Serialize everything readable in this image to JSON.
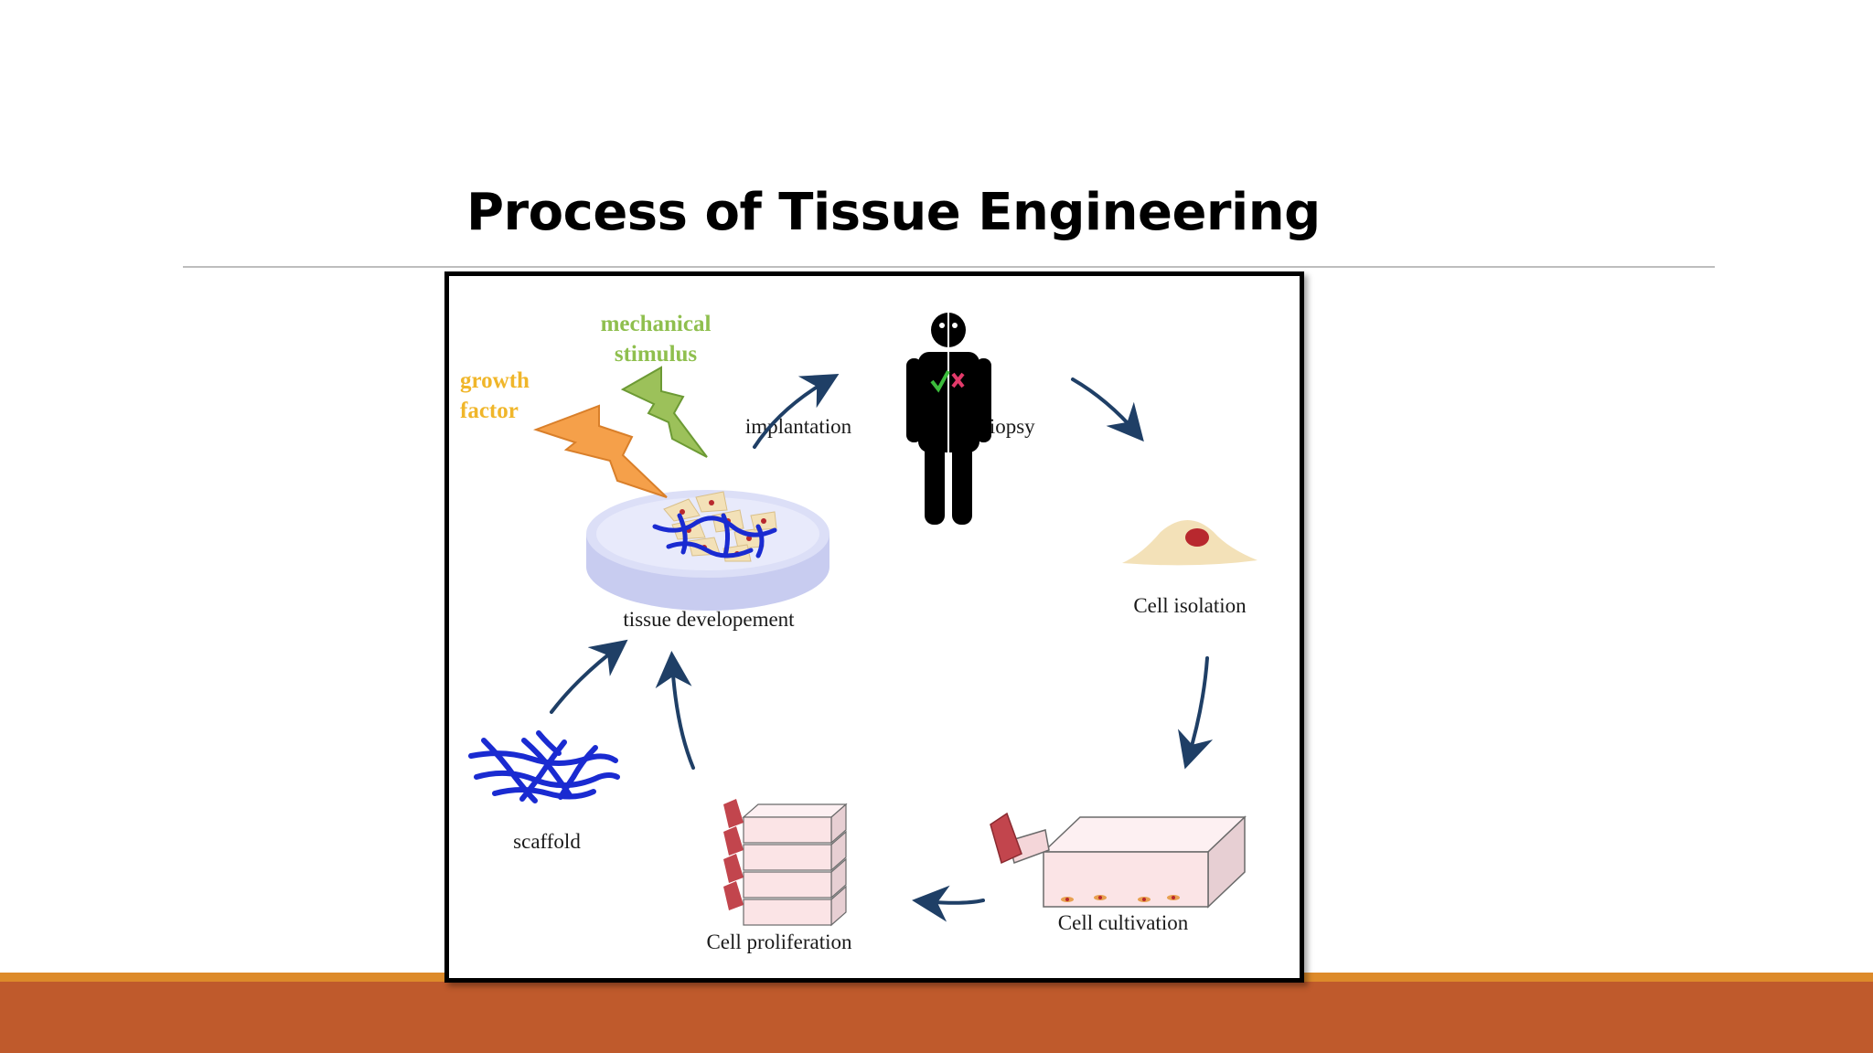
{
  "slide": {
    "title": "Process of Tissue Engineering"
  },
  "diagram": {
    "labels": {
      "mechanical_stimulus_line1": "mechanical",
      "mechanical_stimulus_line2": "stimulus",
      "growth_factor_line1": "growth",
      "growth_factor_line2": "factor",
      "implantation": "implantation",
      "biopsy": "biopsy",
      "cell_isolation": "Cell isolation",
      "tissue_development": "tissue developement",
      "cell_cultivation": "Cell cultivation",
      "cell_proliferation": "Cell proliferation",
      "scaffold": "scaffold"
    },
    "colors": {
      "arrow": "#1f3f66",
      "scaffold_fiber": "#1a2bd1",
      "dish": "#c8ccf0",
      "flask_cap": "#c2454d",
      "flask_body": "#fbe4e6",
      "cell": "#f3e1b8",
      "nucleus": "#b8282e",
      "growth_bolt": "#f5a04a",
      "mechanical_bolt": "#9cc15a",
      "check": "#3cbc3c",
      "cross": "#e23a6a",
      "footer_band": "#bf5a2c",
      "footer_stripe": "#dd8a2a"
    },
    "icons": [
      "human-figure-icon",
      "check-icon",
      "cross-icon",
      "lightning-bolt-icon",
      "petri-dish-icon",
      "culture-flask-icon",
      "cell-icon",
      "scaffold-icon"
    ]
  }
}
